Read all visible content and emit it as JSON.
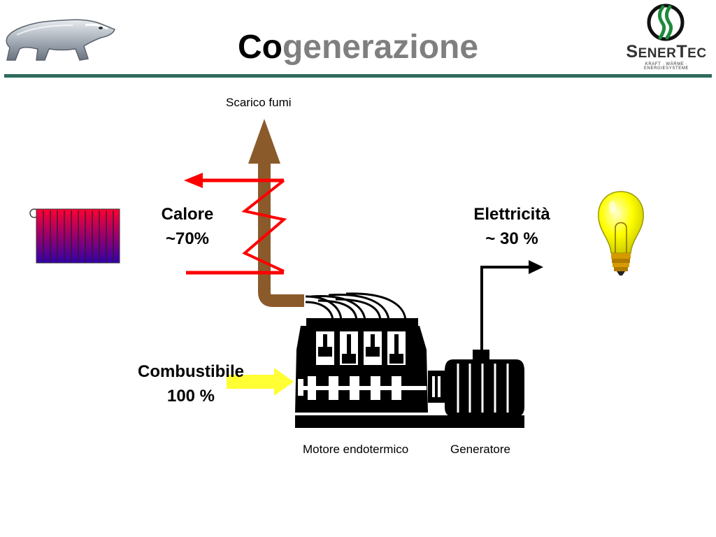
{
  "slide": {
    "title_part1": "Co",
    "title_part2": "generazione"
  },
  "brand": {
    "name_s": "S",
    "name_ener": "ENER",
    "name_t": "T",
    "name_ec": "EC",
    "tagline": "KRAFT · WÄRME · ENERGIESYSTEME"
  },
  "diagram": {
    "exhaust_label": "Scarico fumi",
    "heat_label": "Calore",
    "heat_value": "~70%",
    "electricity_label": "Elettricità",
    "electricity_value": "~ 30 %",
    "fuel_label": "Combustibile",
    "fuel_value": "100 %",
    "engine_label": "Motore endotermico",
    "generator_label": "Generatore"
  },
  "colors": {
    "exhaust_pipe": "#8b5a2b",
    "heat_arrows": "#ff0000",
    "fuel_arrow": "#ffff33",
    "electric_line": "#000000",
    "title_accent": "#7f7f7f",
    "rule": "#2e6b5c",
    "bulb": "#ffff00"
  },
  "icons": [
    "badger-logo-icon",
    "senertec-logo-icon",
    "radiator-icon",
    "light-bulb-icon",
    "engine-icon",
    "generator-icon"
  ]
}
